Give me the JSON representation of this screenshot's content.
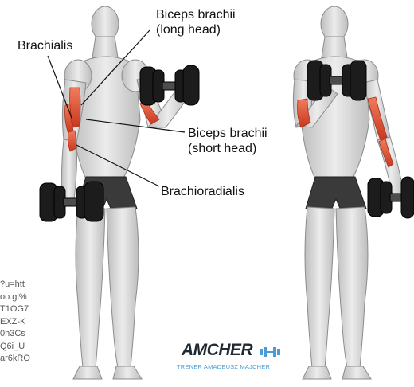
{
  "labels": {
    "brachialis": "Brachialis",
    "biceps_long": [
      "Biceps brachii",
      "(long head)"
    ],
    "biceps_short": [
      "Biceps brachii",
      "(short head)"
    ],
    "brachioradialis": "Brachioradialis"
  },
  "watermark_url_lines": [
    "?u=htt",
    "oo.gl%",
    "T1OG7",
    "EXZ-K",
    "0h3Cs",
    "Q6i_U",
    "ar6kRO"
  ],
  "logo": {
    "word": "AMCHER",
    "subtitle": "TRENER AMADEUSZ MAJCHER"
  },
  "colors": {
    "muscle_highlight": "#e0553a",
    "body": "#d9d9d9",
    "shorts": "#3a3a3a",
    "dumbbell": "#1c1c1c",
    "logo_blue": "#4a9bd6"
  }
}
